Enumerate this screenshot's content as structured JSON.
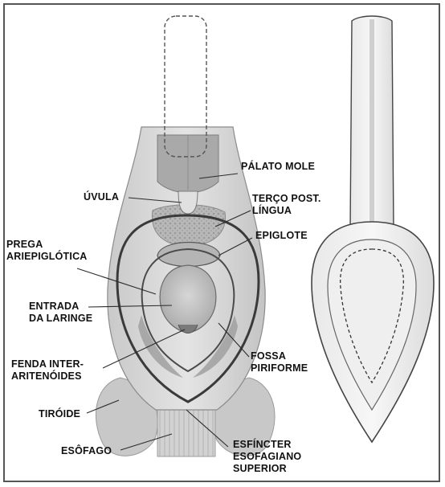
{
  "labels": {
    "palato_mole": "PÁLATO MOLE",
    "uvula": "ÚVULA",
    "terco_post_lingua": "TERÇO POST.\nLÍNGUA",
    "epiglote": "EPIGLOTE",
    "prega_ariepiglotica": "PREGA\nARIEPIGLÓTICA",
    "entrada_laringe": "ENTRADA\nDA LARINGE",
    "fenda_interaritenoides": "FENDA INTER-\nARITENÓIDES",
    "fossa_piriforme": "FOSSA\nPIRIFORME",
    "tiroide": "TIRÓIDE",
    "esofago": "ESÔFAGO",
    "esfincter": "ESFÍNCTER\nESOFAGIANO\nSUPERIOR"
  },
  "colors": {
    "tissue_light": "#d9d9d9",
    "tissue_mid": "#bdbdbd",
    "tissue_dark": "#8f8f8f",
    "outline": "#3a3a3a",
    "leader": "#2b2b2b"
  }
}
